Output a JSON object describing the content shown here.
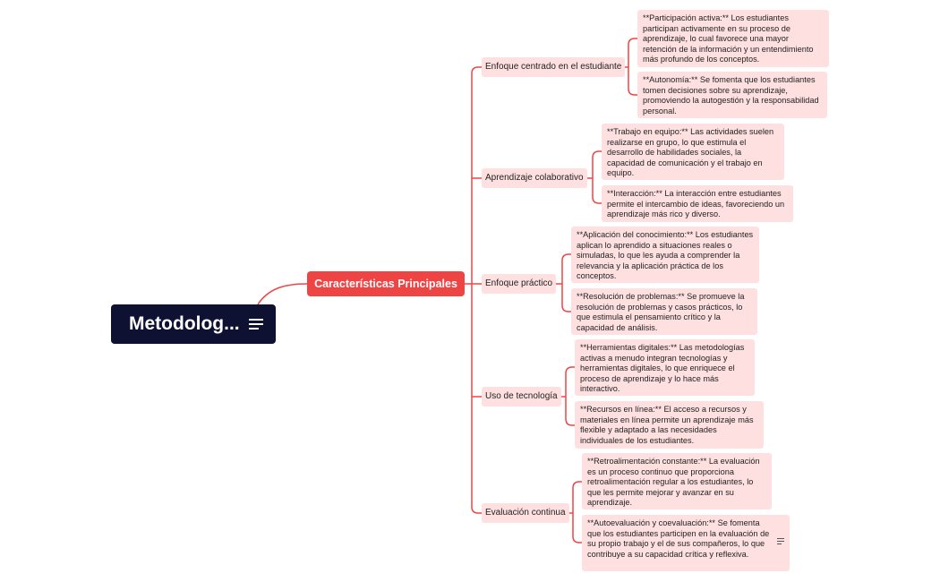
{
  "root": {
    "label": "Metodolog..."
  },
  "main": {
    "label": "Características Principales"
  },
  "branches": [
    {
      "label": "Enfoque centrado en el estudiante",
      "leaves": [
        "**Participación activa:** Los estudiantes participan activamente en su proceso de aprendizaje, lo cual favorece una mayor retención de la información y un entendimiento más profundo de los conceptos.",
        "**Autonomía:** Se fomenta que los estudiantes tomen decisiones sobre su aprendizaje, promoviendo la autogestión y la responsabilidad personal."
      ]
    },
    {
      "label": "Aprendizaje colaborativo",
      "leaves": [
        "**Trabajo en equipo:** Las actividades suelen realizarse en grupo, lo que estimula el desarrollo de habilidades sociales, la capacidad de comunicación y el trabajo en equipo.",
        "**Interacción:** La interacción entre estudiantes permite el intercambio de ideas, favoreciendo un aprendizaje más rico y diverso."
      ]
    },
    {
      "label": "Enfoque práctico",
      "leaves": [
        "**Aplicación del conocimiento:** Los estudiantes aplican lo aprendido a situaciones reales o simuladas, lo que les ayuda a comprender la relevancia y la aplicación práctica de los conceptos.",
        "**Resolución de problemas:** Se promueve la resolución de problemas y casos prácticos, lo que estimula el pensamiento crítico y la capacidad de análisis."
      ]
    },
    {
      "label": "Uso de tecnología",
      "leaves": [
        "**Herramientas digitales:** Las metodologías activas a menudo integran tecnologías y herramientas digitales, lo que enriquece el proceso de aprendizaje y lo hace más interactivo.",
        "**Recursos en línea:** El acceso a recursos y materiales en línea permite un aprendizaje más flexible y adaptado a las necesidades individuales de los estudiantes."
      ]
    },
    {
      "label": "Evaluación continua",
      "leaves": [
        "**Retroalimentación constante:** La evaluación es un proceso continuo que proporciona retroalimentación regular a los estudiantes, lo que les permite mejorar y avanzar en su aprendizaje.",
        "**Autoevaluación y coevaluación:** Se fomenta que los estudiantes participen en la evaluación de su propio trabajo y el de sus compañeros, lo que contribuye a su capacidad crítica y reflexiva."
      ]
    }
  ],
  "colors": {
    "root": "#0f1133",
    "main": "#ef4444",
    "node": "#ffe0e0",
    "line": "#ef4444"
  }
}
